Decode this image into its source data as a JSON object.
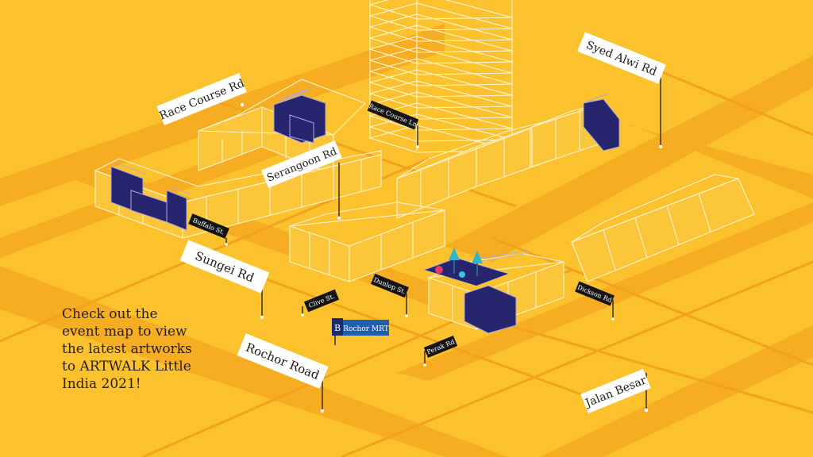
{
  "message": "Check out the\nevent map to view\nthe latest artworks\nto ARTWALK Little\nIndia 2021!",
  "colors": {
    "background": "#fcc22d",
    "road": "#f7ad22",
    "building_outline": "#fff4cf",
    "highlight_building": "#27256e",
    "mrt_blue": "#1f5fb0"
  },
  "road_labels": [
    {
      "id": "race-course-rd",
      "text": "Race Course Rd"
    },
    {
      "id": "syed-alwi-rd",
      "text": "Syed Alwi Rd"
    },
    {
      "id": "serangoon-rd",
      "text": "Serangoon Rd"
    },
    {
      "id": "sungei-rd",
      "text": "Sungei Rd"
    },
    {
      "id": "rochor-road",
      "text": "Rochor Road"
    },
    {
      "id": "jalan-besar",
      "text": "Jalan Besar"
    }
  ],
  "street_labels": [
    {
      "id": "race-course-ln",
      "text": "Race Course Ln"
    },
    {
      "id": "buffalo-st",
      "text": "Buffalo St."
    },
    {
      "id": "clive-st",
      "text": "Clive St."
    },
    {
      "id": "dunlop-st",
      "text": "Dunlop St."
    },
    {
      "id": "perak-rd",
      "text": "Perak Rd"
    },
    {
      "id": "dickson-rd",
      "text": "Dickson Rd"
    }
  ],
  "mrt": {
    "badge": "B",
    "name": "Rochor MRT"
  }
}
